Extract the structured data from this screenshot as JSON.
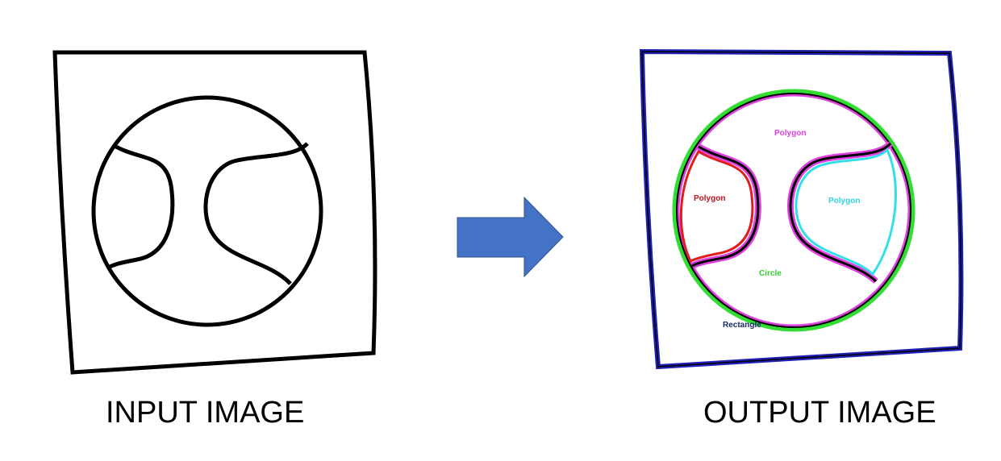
{
  "input_panel": {
    "caption": "INPUT IMAGE"
  },
  "output_panel": {
    "caption": "OUTPUT IMAGE",
    "labels": {
      "polygon_top": "Polygon",
      "polygon_left": "Polygon",
      "polygon_right": "Polygon",
      "circle": "Circle",
      "rectangle": "Rectangle"
    }
  },
  "colors": {
    "outline": "#000000",
    "arrow": "#4472c4",
    "arrow_border": "#2f528f",
    "rectangle": "#1f1fb4",
    "rectangle_label": "#1b2a6b",
    "circle": "#33dd33",
    "polygon_outer": "#e040e0",
    "polygon_left": "#e01e1e",
    "polygon_right": "#33e0e8"
  }
}
